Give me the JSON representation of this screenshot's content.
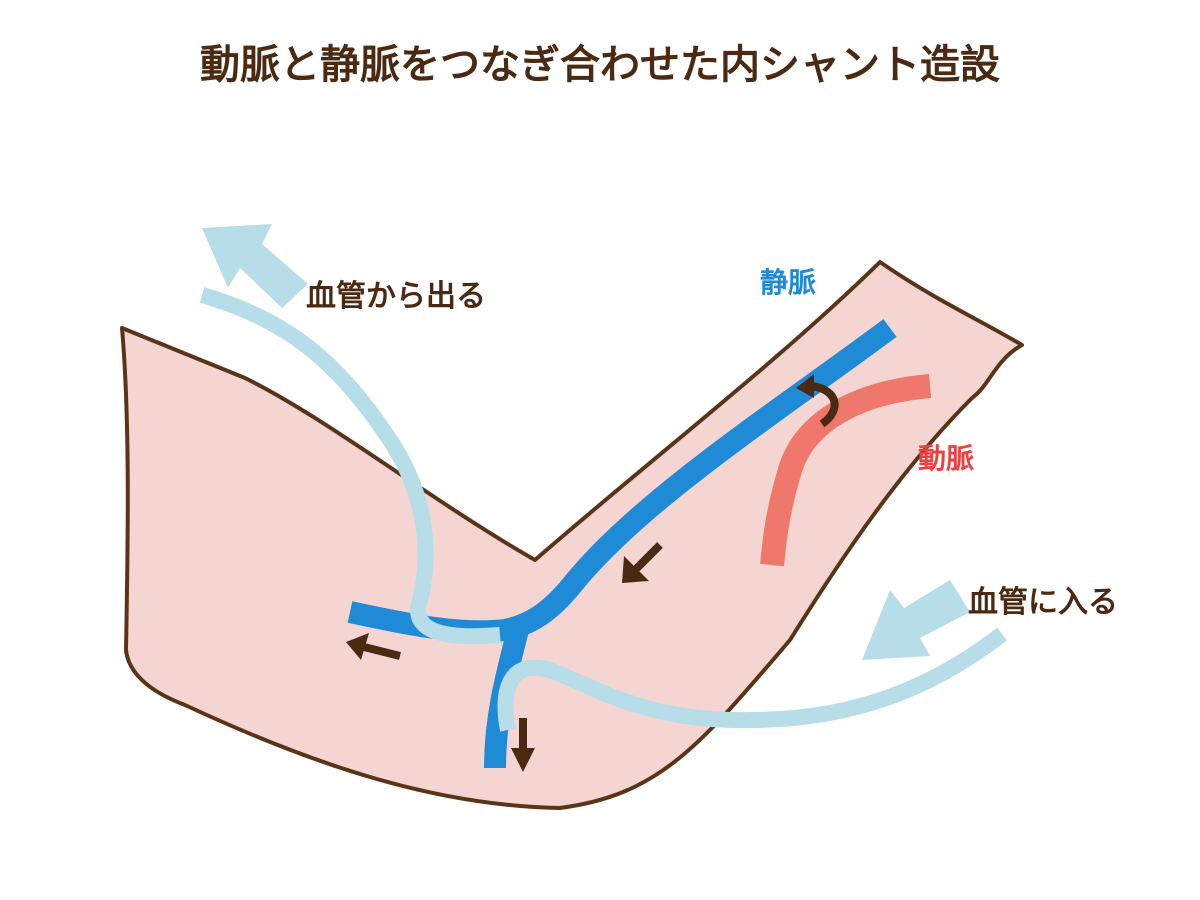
{
  "title": "動脈と静脈をつなぎ合わせた内シャント造設",
  "labels": {
    "vein": "静脈",
    "artery": "動脈",
    "blood_out": "血管から出る",
    "blood_in": "血管に入る"
  },
  "colors": {
    "skin_fill": "#f4d5d1",
    "skin_outline": "#5a3418",
    "vein": "#1f8ad6",
    "artery": "#f0776c",
    "needle_tube": "#b7dde9",
    "flow_arrow": "#4a2a12",
    "title_text": "#4a2a12",
    "vein_label": "#1f8ad6",
    "artery_label": "#ef3f3f"
  },
  "icons": {
    "flow_arrows": "arrow-icon",
    "large_arrows": "wide-arrow-icon",
    "shunt_turn": "curved-arrow-icon"
  }
}
